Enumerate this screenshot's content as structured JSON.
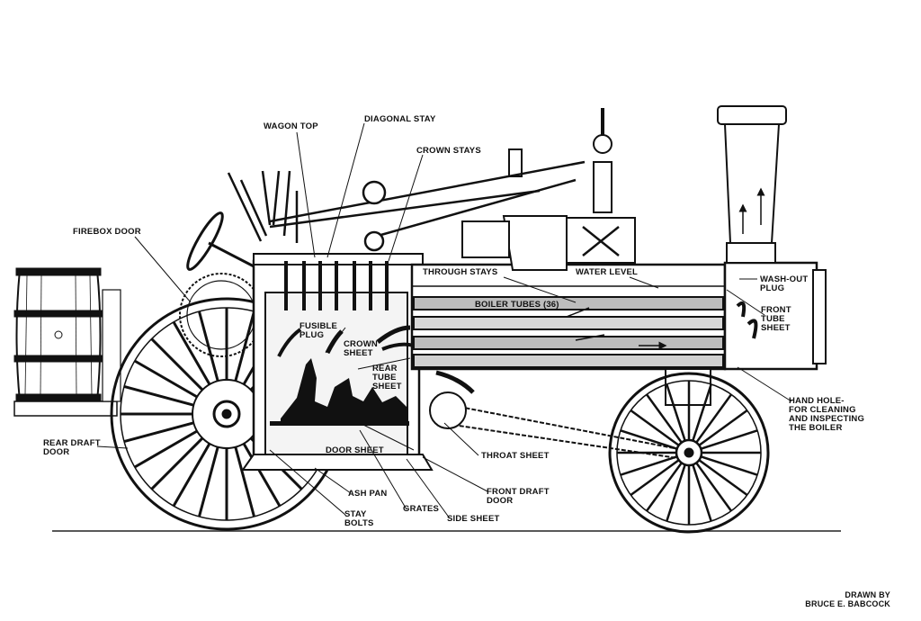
{
  "labels": {
    "wagon_top": "WAGON TOP",
    "diagonal_stay": "DIAGONAL STAY",
    "crown_stays": "CROWN STAYS",
    "firebox_door": "FIREBOX DOOR",
    "through_stays": "THROUGH STAYS",
    "water_level": "WATER LEVEL",
    "wash_out_plug": "WASH-OUT\nPLUG",
    "boiler_tubes": "BOILER TUBES (36)",
    "front_tube_sheet": "FRONT\nTUBE\nSHEET",
    "fusible_plug": "FUSIBLE\nPLUG",
    "crown_sheet": "CROWN\nSHEET",
    "rear_tube_sheet": "REAR\nTUBE\nSHEET",
    "hand_hole": "HAND HOLE-\nFOR CLEANING\nAND INSPECTING\nTHE BOILER",
    "rear_draft_door": "REAR DRAFT\nDOOR",
    "door_sheet": "DOOR SHEET",
    "throat_sheet": "THROAT SHEET",
    "ash_pan": "ASH PAN",
    "front_draft_door": "FRONT DRAFT\nDOOR",
    "grates": "GRATES",
    "side_sheet": "SIDE SHEET",
    "stay_bolts": "STAY\nBOLTS"
  },
  "credit": "DRAWN BY\nBRUCE E. BABCOCK"
}
